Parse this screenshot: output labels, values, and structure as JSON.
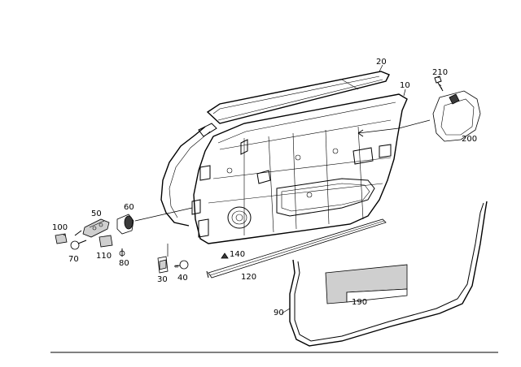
{
  "labels": {
    "p10": "10",
    "p20": "20",
    "p30": "30",
    "p40": "40",
    "p50": "50",
    "p60": "60",
    "p70": "70",
    "p80": "80",
    "p90": "90",
    "p100": "100",
    "p110": "110",
    "p120": "120",
    "p140": "140",
    "p190": "190",
    "p200": "200",
    "p210": "210"
  }
}
